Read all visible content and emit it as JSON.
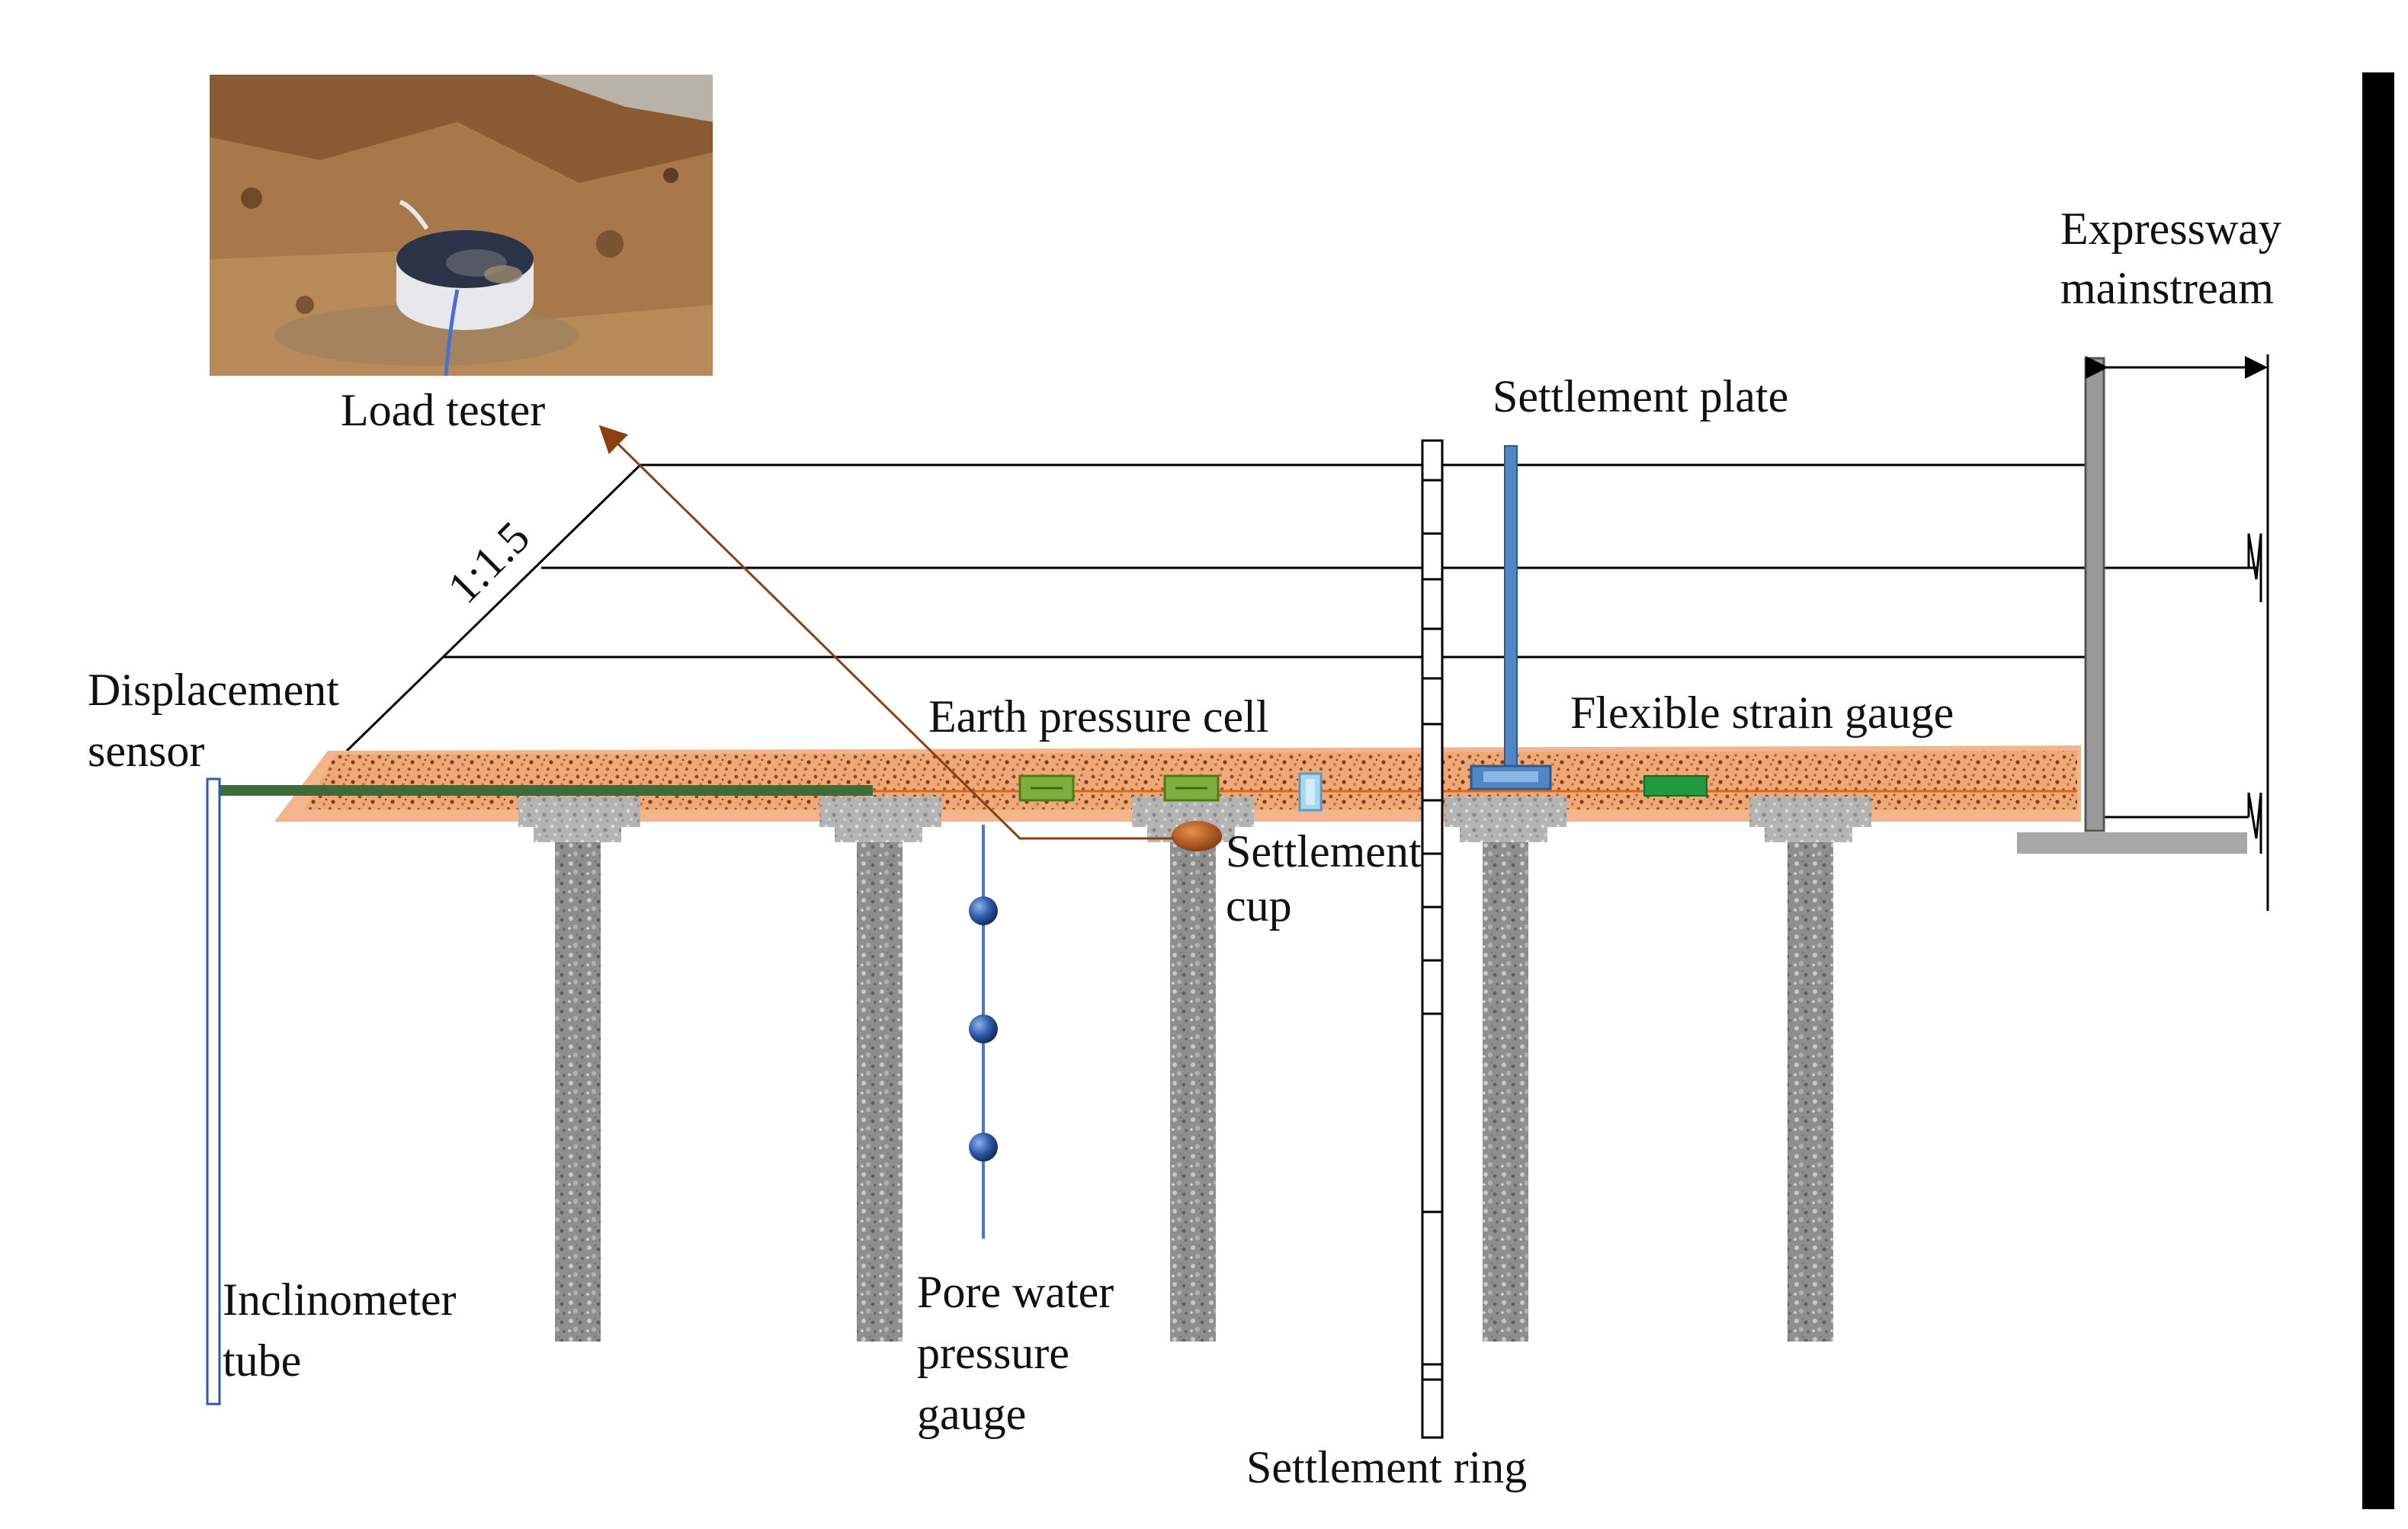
{
  "labels": {
    "load_tester": "Load tester",
    "slope_ratio": "1:1.5",
    "displacement_sensor_1": "Displacement",
    "displacement_sensor_2": "sensor",
    "earth_pressure_cell": "Earth pressure cell",
    "settlement_plate": "Settlement plate",
    "flexible_strain_gauge": "Flexible strain gauge",
    "expressway_1": "Expressway",
    "expressway_2": "mainstream",
    "settlement_cup_1": "Settlement",
    "settlement_cup_2": "cup",
    "inclinometer_1": "Inclinometer",
    "inclinometer_2": "tube",
    "pore_water_1": "Pore water",
    "pore_water_2": "pressure",
    "pore_water_3": "gauge",
    "settlement_ring": "Settlement ring"
  },
  "colors": {
    "gravel_cushion": "#f3b58c",
    "gravel_dots": "#8a4a1e",
    "pile": "#8c8c8c",
    "pile_cap": "#b8b8b8",
    "geogrid_line": "#d9661f",
    "displacement_bar": "#3e6b3a",
    "earth_pressure_cell": "#7fae3c",
    "strain_gauge": "#1f9a3c",
    "settlement_plate": "#4f86c6",
    "pore_gauge": "#2c5aa8",
    "pore_line": "#4a78c8",
    "settlement_cup": "#b85a1a",
    "leader_line": "#8a4010",
    "retaining_wall": "#9a9a9a",
    "right_bar": "#000000"
  },
  "icons": {
    "photo": "load-tester-photo",
    "sensor": "pressure-cell-icon"
  }
}
